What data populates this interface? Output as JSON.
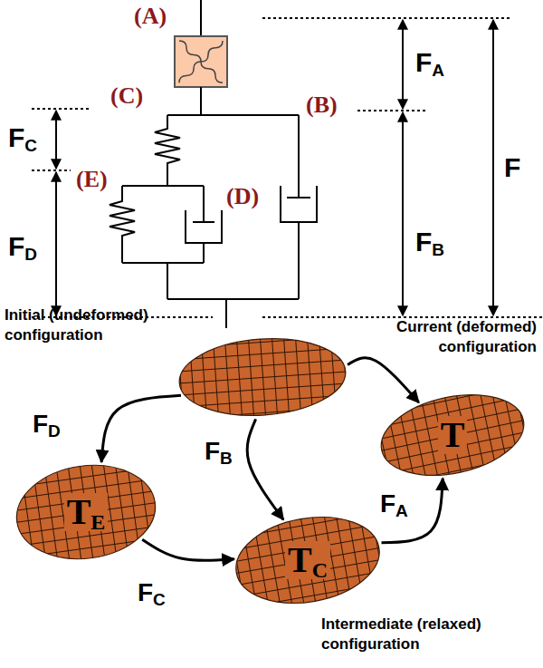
{
  "diagram": {
    "nodes": [
      {
        "text": [
          "Initial (undeformed) configuration"
        ]
      },
      {
        "text": [
          "Current (deformed) configuration",
          "T"
        ]
      },
      {
        "text": [
          "TE"
        ]
      },
      {
        "text": [
          "TC",
          "Intermediate (relaxed) configuration"
        ]
      }
    ],
    "edges": [
      {
        "from": 0,
        "to": 1,
        "arrow": "to"
      },
      {
        "from": 0,
        "to": 2,
        "label": "FD",
        "arrow": "to"
      },
      {
        "from": 0,
        "to": 3,
        "label": "FB",
        "arrow": "to"
      },
      {
        "from": 2,
        "to": 3,
        "label": "FC",
        "arrow": "to"
      },
      {
        "from": 3,
        "to": 1,
        "label": "FA",
        "arrow": "to"
      }
    ],
    "labels": [
      "(A)",
      "FA",
      "F",
      "(C)",
      "(B)",
      "FC",
      "(E)",
      "(D)",
      "FB",
      "FD"
    ]
  }
}
